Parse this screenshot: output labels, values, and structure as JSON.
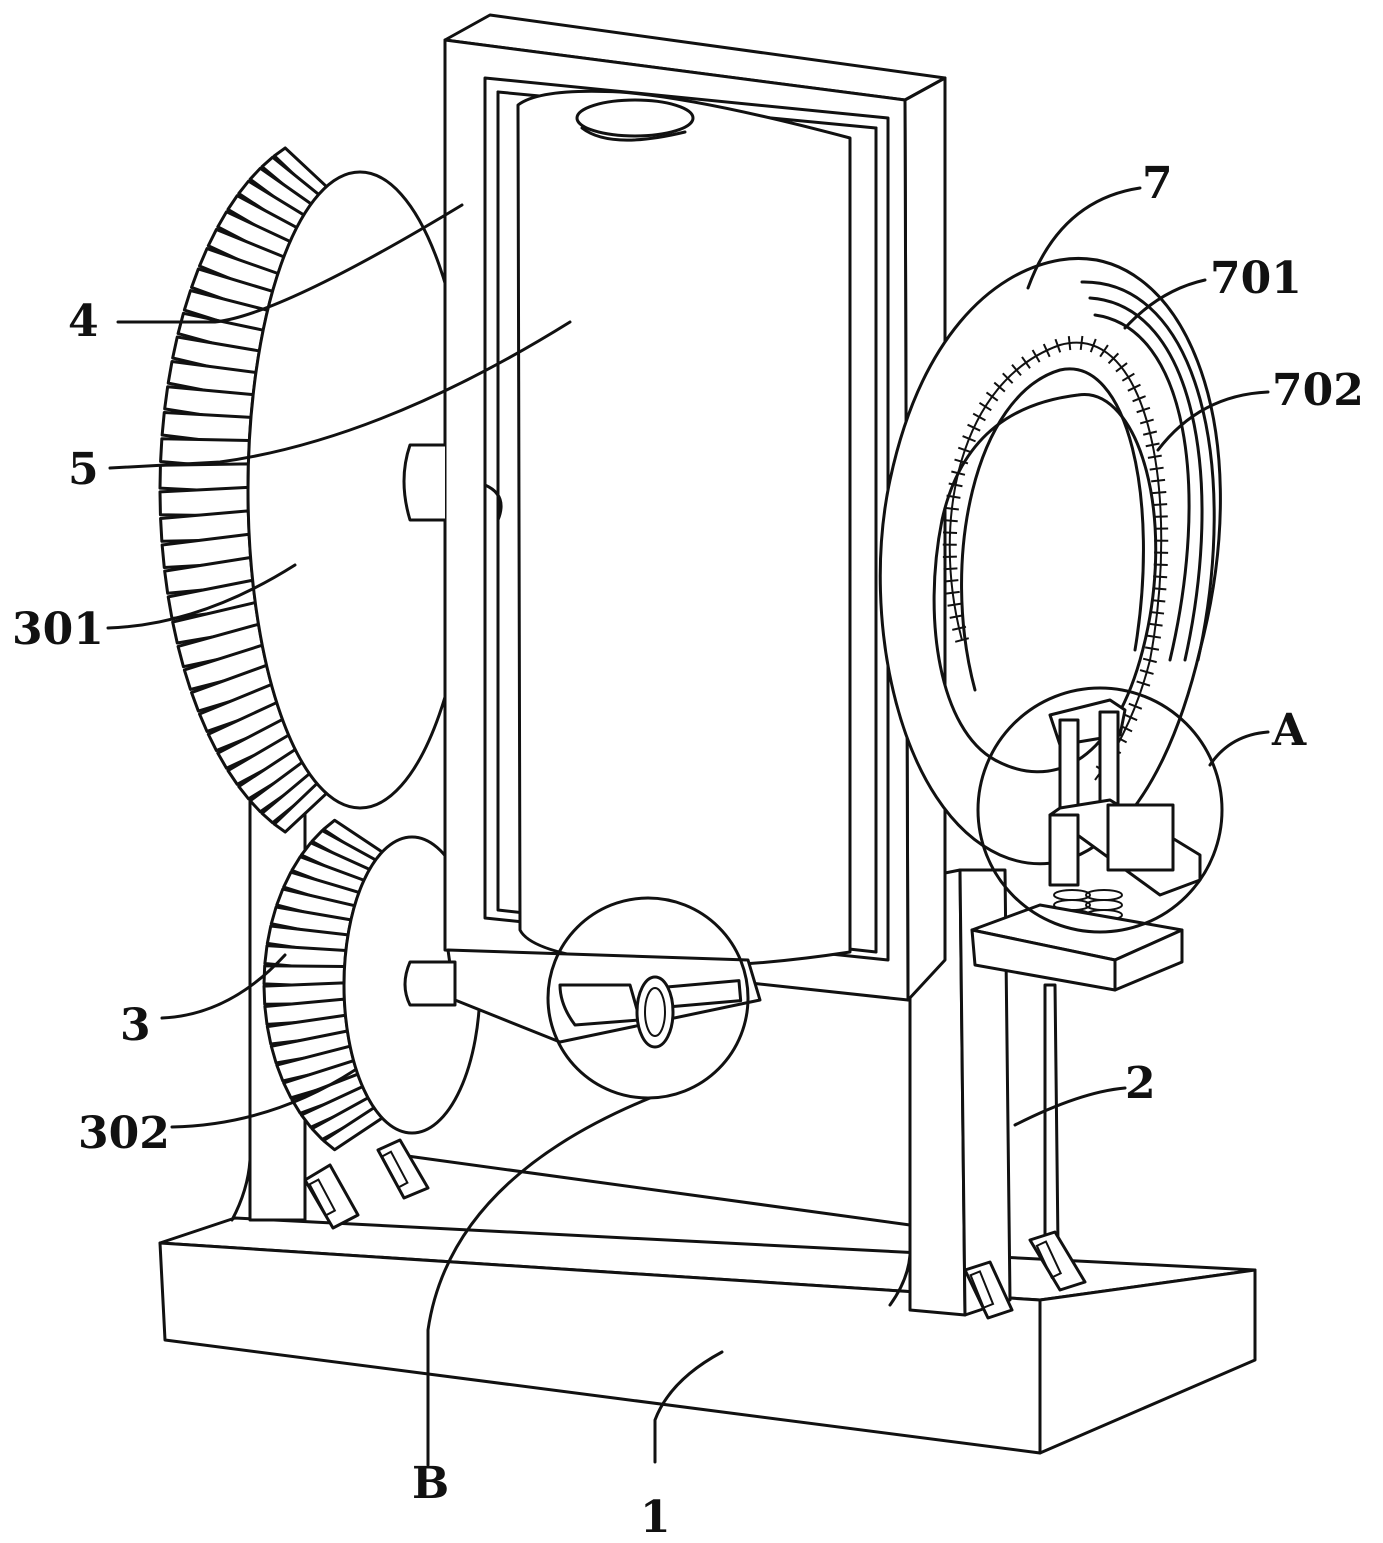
{
  "labels": {
    "l4": "4",
    "l5": "5",
    "l301": "301",
    "l3": "3",
    "l302": "302",
    "l7": "7",
    "l701": "701",
    "l702": "702",
    "lA": "A",
    "l2": "2",
    "lB": "B",
    "l1": "1"
  }
}
